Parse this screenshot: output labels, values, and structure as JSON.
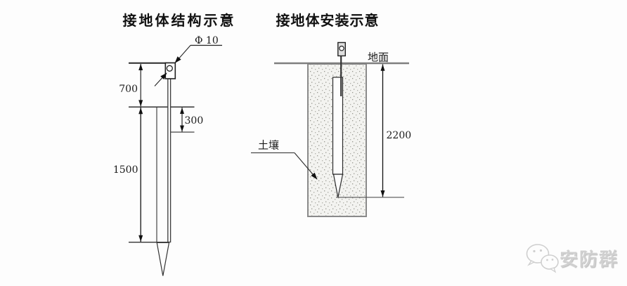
{
  "left_diagram": {
    "title": "接地体结构示意",
    "diameter_label": "Φ 10",
    "dim_top_section": "700",
    "dim_overlap": "300",
    "dim_body_length": "1500"
  },
  "right_diagram": {
    "title": "接地体安装示意",
    "ground_label": "地面",
    "soil_label": "土壤",
    "dim_depth": "2200"
  },
  "watermark": {
    "icon": "wechat-chat-bubbles",
    "text": "安防群"
  },
  "colors": {
    "line_dark": "#1b1b1b",
    "line_gray": "#7f7f7f",
    "soil_fill": "#f3f3f0",
    "watermark_gray": "#d0d0d0"
  }
}
